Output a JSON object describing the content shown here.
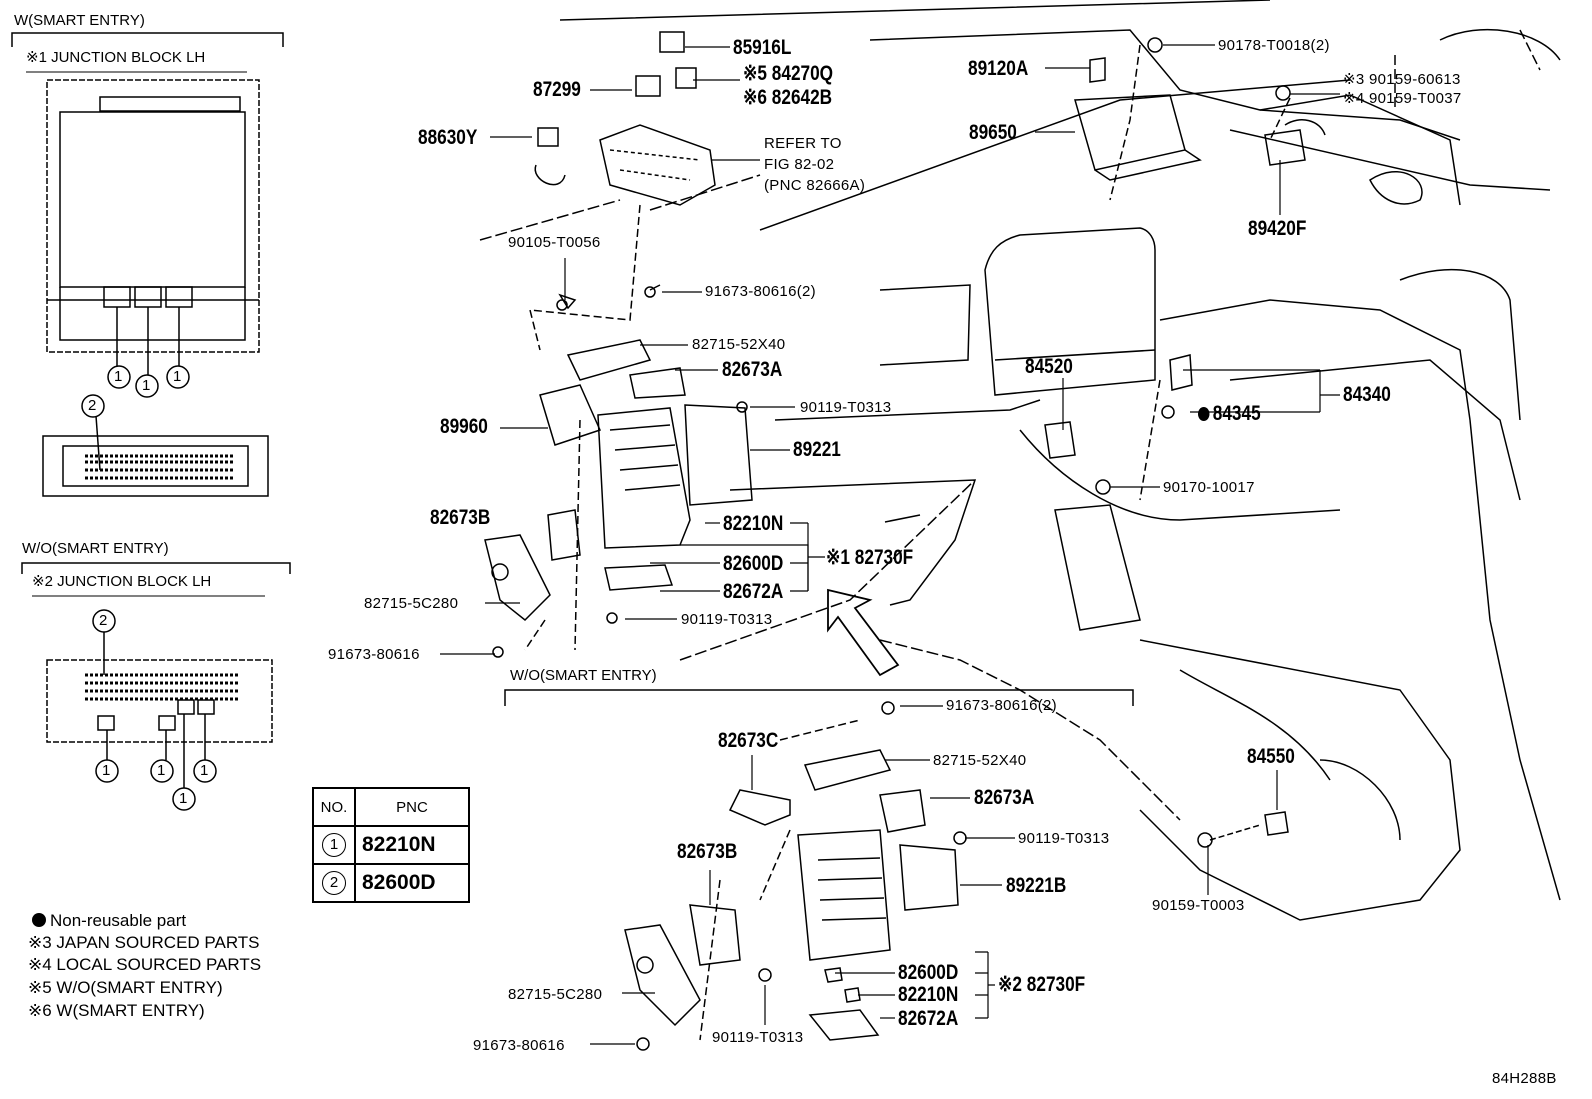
{
  "sections": {
    "w_smart": "W(SMART ENTRY)",
    "jb1": "※1 JUNCTION BLOCK LH",
    "wo_smart_left": "W/O(SMART ENTRY)",
    "jb2": "※2 JUNCTION BLOCK LH",
    "wo_smart_bottom": "W/O(SMART ENTRY)"
  },
  "callout_markers": {
    "one": "1",
    "two": "2"
  },
  "parts": {
    "p85916L": "85916L",
    "p84270Q": "※5 84270Q",
    "p82642B": "※6 82642B",
    "p87299": "87299",
    "p88630Y": "88630Y",
    "refer1": "REFER TO",
    "refer2": "FIG 82-02",
    "refer3": "(PNC 82666A)",
    "p90105": "90105-T0056",
    "p91673_2a": "91673-80616(2)",
    "p82715_52X40a": "82715-52X40",
    "p82673Aa": "82673A",
    "p90119a": "90119-T0313",
    "p89960": "89960",
    "p89221": "89221",
    "p82673Ba": "82673B",
    "p82210Na": "82210N",
    "p82600Da": "82600D",
    "p82730Fa": "※1 82730F",
    "p82672Aa": "82672A",
    "p82715_5C280a": "82715-5C280",
    "p90119b": "90119-T0313",
    "p91673a": "91673-80616",
    "p89120A": "89120A",
    "p90178": "90178-T0018(2)",
    "p90159_60613": "※3 90159-60613",
    "p90159_T0037": "※4 90159-T0037",
    "p89650": "89650",
    "p89420F": "89420F",
    "p84520": "84520",
    "p84340": "84340",
    "p84345": "84345",
    "p90170": "90170-10017",
    "p84550": "84550",
    "p90159_T0003": "90159-T0003",
    "p91673_2b": "91673-80616(2)",
    "p82673C": "82673C",
    "p82715_52X40b": "82715-52X40",
    "p82673Ab": "82673A",
    "p90119c": "90119-T0313",
    "p82673Bb": "82673B",
    "p89221B": "89221B",
    "p82600Db": "82600D",
    "p82210Nb": "82210N",
    "p82730Fb": "※2 82730F",
    "p82672Ab": "82672A",
    "p82715_5C280b": "82715-5C280",
    "p91673b": "91673-80616",
    "p90119d": "90119-T0313"
  },
  "pnc_table": {
    "headers": [
      "NO.",
      "PNC"
    ],
    "rows": [
      {
        "no": "1",
        "pnc": "82210N"
      },
      {
        "no": "2",
        "pnc": "82600D"
      }
    ]
  },
  "legend": {
    "nonreusable": "Non-reusable part",
    "n3": "※3 JAPAN SOURCED PARTS",
    "n4": "※4 LOCAL SOURCED PARTS",
    "n5": "※5 W/O(SMART ENTRY)",
    "n6": "※6 W(SMART ENTRY)"
  },
  "figure_id": "84H288B"
}
